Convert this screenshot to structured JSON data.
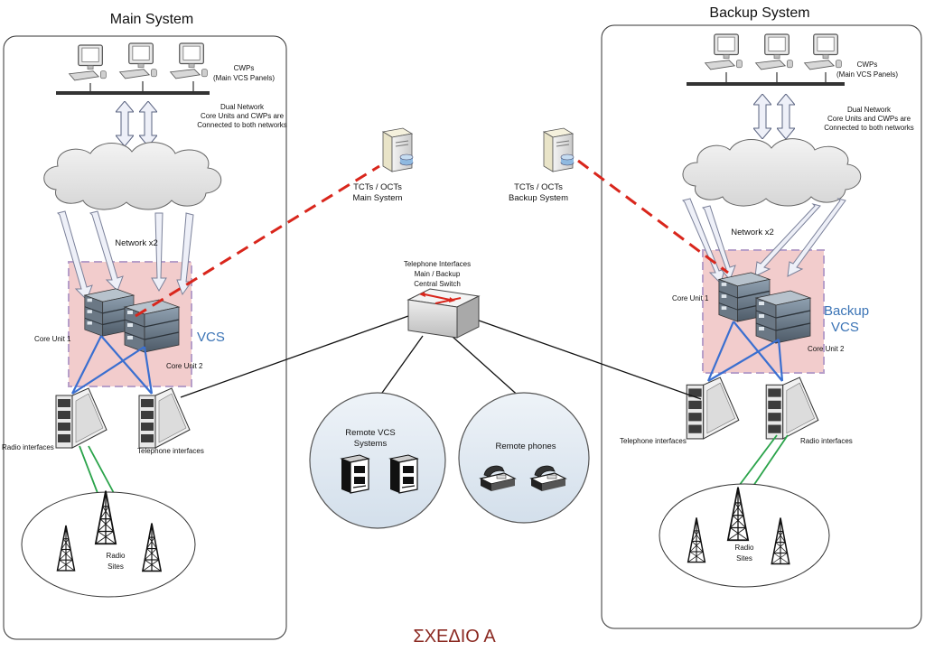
{
  "main_system": {
    "title": "Main System",
    "title_color": "#23a64a",
    "cwps_label_1": "CWPs",
    "cwps_label_2": "(Main VCS Panels)",
    "dual_network_1": "Dual Network",
    "dual_network_2": "Core Units and CWPs are",
    "dual_network_3": "Connected to both networks",
    "network_label": "Network x2",
    "vcs_label": "VCS",
    "core_unit_1": "Core Unit 1",
    "core_unit_2": "Core Unit 2",
    "radio_interfaces": "Radio interfaces",
    "telephone_interfaces": "Telephone interfaces",
    "radio_sites_1": "Radio",
    "radio_sites_2": "Sites"
  },
  "backup_system": {
    "title": "Backup System",
    "title_color": "#f2b705",
    "cwps_label_1": "CWPs",
    "cwps_label_2": "(Main VCS Panels)",
    "dual_network_1": "Dual Network",
    "dual_network_2": "Core Units and CWPs are",
    "dual_network_3": "Connected to both networks",
    "network_label": "Network x2",
    "vcs_label_1": "Backup",
    "vcs_label_2": "VCS",
    "core_unit_1": "Core Unit 1",
    "core_unit_2": "Core Unit 2",
    "telephone_interfaces": "Telephone interfaces",
    "radio_interfaces": "Radio interfaces",
    "radio_sites_1": "Radio",
    "radio_sites_2": "Sites"
  },
  "center": {
    "tct_main_1": "TCTs / OCTs",
    "tct_main_2": "Main System",
    "tct_backup_1": "TCTs / OCTs",
    "tct_backup_2": "Backup System",
    "switch_1": "Telephone Interfaces",
    "switch_2": "Main / Backup",
    "switch_3": "Central Switch",
    "remote_vcs_1": "Remote VCS",
    "remote_vcs_2": "Systems",
    "remote_phones": "Remote phones"
  },
  "footer": "ΣΧΕΔΙΟ Α",
  "colors": {
    "vcs_box_fill": "#f2cccc",
    "vcs_box_border": "#b79fc9",
    "dashed_link": "#d9261c",
    "core_link": "#3a6fd0",
    "radio_link": "#2aa34a",
    "circle_fill": "#dfe8f2",
    "cloud_fill": "#e6e6e6",
    "vcs_text": "#3a73b5",
    "footer_text": "#8b2a22"
  }
}
